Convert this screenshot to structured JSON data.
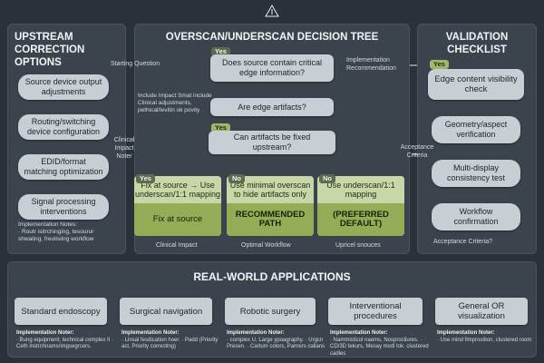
{
  "header_icon": "recycle-triangle-icon",
  "upstream": {
    "title": "UPSTREAM CORRECTION OPTIONS",
    "items": [
      "Source device output adjustments",
      "Routing/switching device configuration",
      "EDID/format matching optimization",
      "Signal processing interventions"
    ],
    "note_label": "Implementation Notes:",
    "note_text": "· Routr isitrchinging, tesourur shwaling, freolisiing workflow",
    "side_note": "Clinical Impact Noter"
  },
  "tree": {
    "title": "OVERSCAN/UNDERSCAN DECISION TREE",
    "starting_label": "Starting Question",
    "impl_label": "Implementation Recommendation",
    "include_note": "Include Impact Smat include Clinical adjustments, pethical/levitin ok povity",
    "q1_tag": "Yes",
    "q1": "Does source contain critical edge information?",
    "q2": "Are edge artifacts?",
    "q3_tag": "Yes",
    "q3": "Can artifacts be fixed upstream?",
    "options": [
      {
        "tag": "Yes",
        "top": "Fix at source → Use underscan/1:1 mapping",
        "bottom": "Fix at source"
      },
      {
        "tag": "No",
        "top": "Use minimal overscan to hide artifacts only",
        "bottom": "RECOMMENDED PATH"
      },
      {
        "tag": "No",
        "top": "Use underscan/1:1 mapping",
        "bottom": "(PREFERRED DEFAULT)"
      }
    ],
    "footer": [
      "Clinical Impact",
      "Optimal Workflow",
      "Upricel snouces"
    ]
  },
  "validation": {
    "title": "VALIDATION CHECKLIST",
    "tag": "Yes",
    "items": [
      "Edge content visibility check",
      "Geometry/aspect verification",
      "Multi-display consistency test",
      "Workflow confirmation"
    ],
    "side_note": "Acceptance Criteria",
    "footer": "Acceptance Criteria?"
  },
  "applications": {
    "title": "REAL-WORLD APPLICATIONS",
    "items": [
      {
        "label": "Standard endoscopy",
        "note_label": "Implementation Noter:",
        "note": "· Bung equipment, technical complex II · Ceth instrchnams/imgsegrcers."
      },
      {
        "label": "Surgical navigation",
        "note_label": "Implementation Noter:",
        "note": "· Linsal fesdication hoer. · Padd (Priority act, Priority correcting)"
      },
      {
        "label": "Robotic surgery",
        "note_label": "Implementation Noter:",
        "note": "· complex U, Large ypoagraphy. · Urgcn Presen. · Cartum colors, Parners callans"
      },
      {
        "label": "Interventional procedures",
        "note_label": "Implementation Noter:",
        "note": "· Nammisticol naems, Nosprocliures. · CD/3D tekurs, Mesay mvdi tok. clustered cadles"
      },
      {
        "label": "General OR visualization",
        "note_label": "Implementation Noter:",
        "note": "· Use mind fimprosition, clustered room"
      }
    ]
  }
}
